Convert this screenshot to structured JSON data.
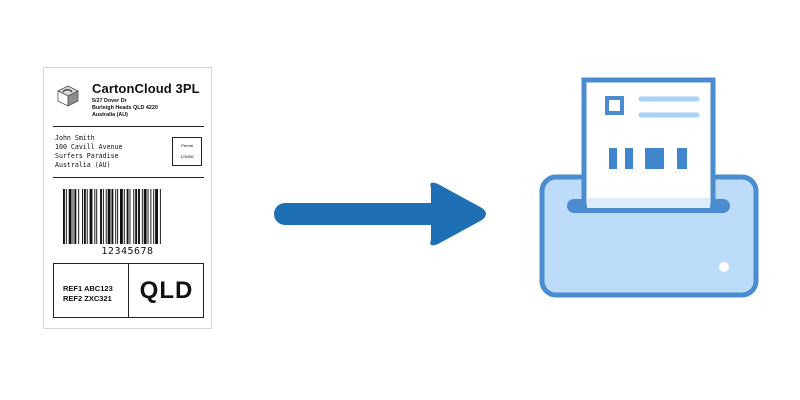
{
  "label": {
    "company_name": "CartonCloud 3PL",
    "company_address": [
      "5/27 Dover Dr",
      "Burleigh Heads QLD 4220",
      "Australia (AU)"
    ],
    "recipient": [
      "John Smith",
      "100 Cavill Avenue",
      "Surfers Paradise",
      "Australia (AU)"
    ],
    "permit_title": "Permit",
    "permit_number": "123456",
    "barcode_number": "12345678",
    "refs": [
      "REF1 ABC123",
      "REF2 ZXC321"
    ],
    "state": "QLD"
  },
  "icons": {
    "logo": "package-box-icon",
    "arrow": "arrow-right-icon",
    "printer": "label-printer-icon"
  },
  "colors": {
    "arrow": "#1f6fb5",
    "printer_outline": "#4a8ccf",
    "printer_fill": "#bcdcfa",
    "paper_bars": "#3f86cc",
    "paper_lines": "#a9d2f7"
  }
}
